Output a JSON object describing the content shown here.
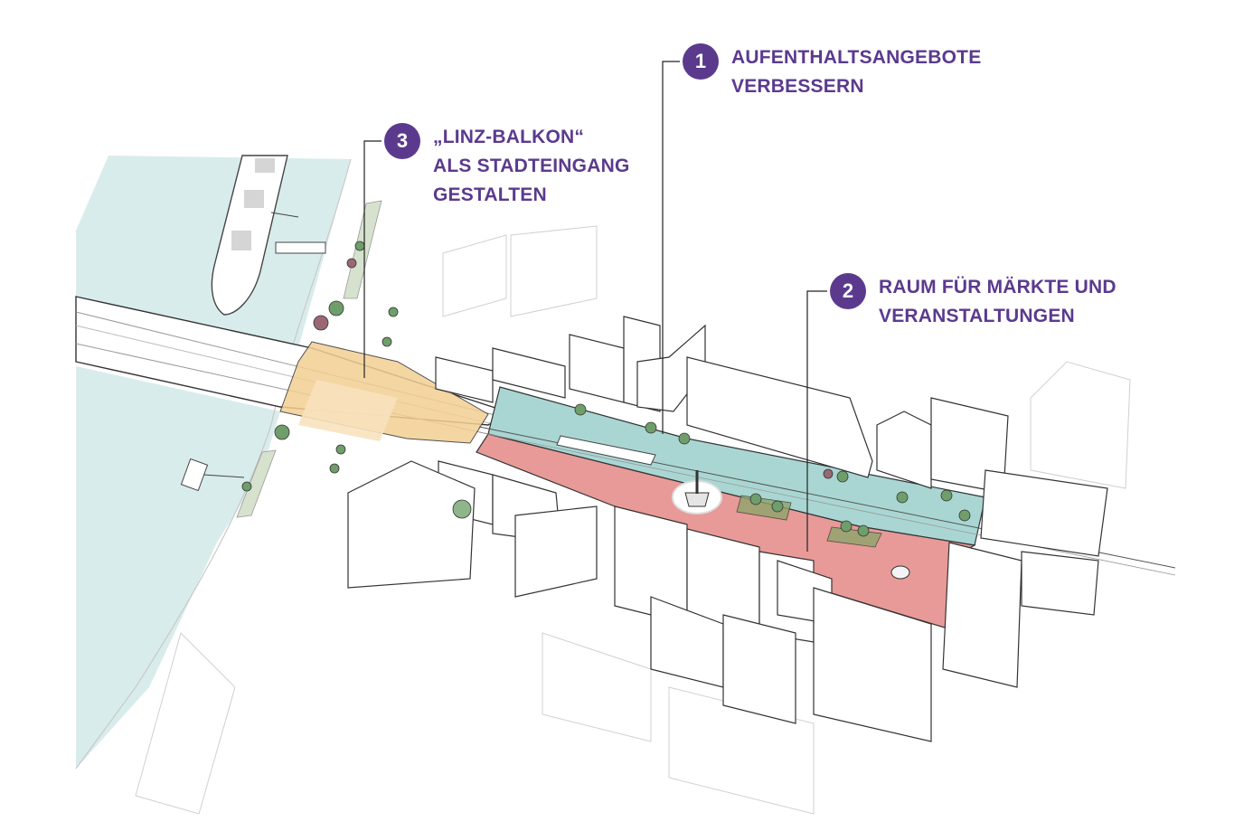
{
  "callouts": [
    {
      "number": "1",
      "lines": [
        "AUFENTHALTSANGEBOTE",
        "VERBESSERN"
      ]
    },
    {
      "number": "2",
      "lines": [
        "RAUM FÜR MÄRKTE UND",
        "VERANSTALTUNGEN"
      ]
    },
    {
      "number": "3",
      "lines": [
        "„LINZ-BALKON“",
        "ALS STADTEINGANG",
        "GESTALTEN"
      ]
    }
  ],
  "colors": {
    "accent": "#5b3a8e",
    "river": "#d9ecec",
    "zone_green": "#a9d6d3",
    "zone_red": "#e79a97",
    "zone_orange": "#f3cf94",
    "tree_green": "#6f9e6b",
    "tree_red": "#9a6874"
  }
}
